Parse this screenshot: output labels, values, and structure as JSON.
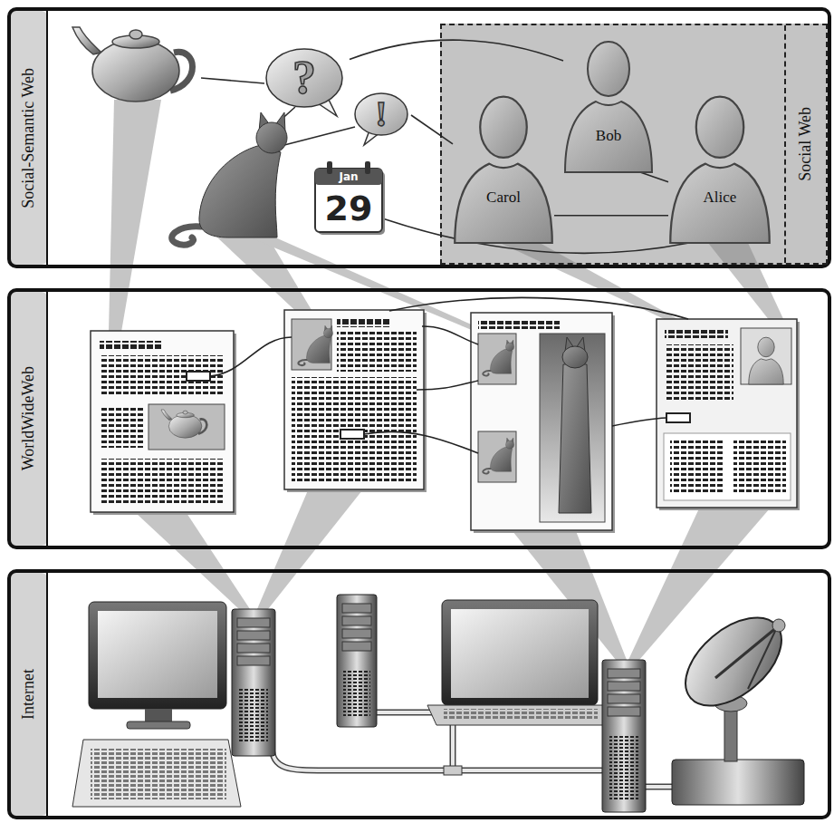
{
  "diagram": {
    "nodes": [
      {
        "text": [
          "Social-Semantic Web"
        ]
      },
      {
        "text": [
          "?"
        ],
        "in": 0
      },
      {
        "text": [
          "!"
        ],
        "in": 0
      },
      {
        "text": [
          "Jan",
          "29"
        ],
        "in": 0
      },
      {
        "text": [
          "Social Web"
        ],
        "in": 0
      },
      {
        "text": [
          "Carol"
        ],
        "in": 4
      },
      {
        "text": [
          "Bob"
        ],
        "in": 4
      },
      {
        "text": [
          "Alice"
        ],
        "in": 4
      },
      {
        "text": [
          "WorldWideWeb"
        ]
      },
      {
        "text": [
          "Internet"
        ]
      }
    ],
    "edges": [
      {
        "from": 1,
        "to": 6,
        "arrow": "none"
      },
      {
        "from": 2,
        "to": 5,
        "arrow": "none"
      },
      {
        "from": 5,
        "to": 7,
        "arrow": "none"
      },
      {
        "from": 6,
        "to": 7,
        "arrow": "none"
      },
      {
        "from": 3,
        "to": 7,
        "arrow": "none"
      }
    ]
  }
}
